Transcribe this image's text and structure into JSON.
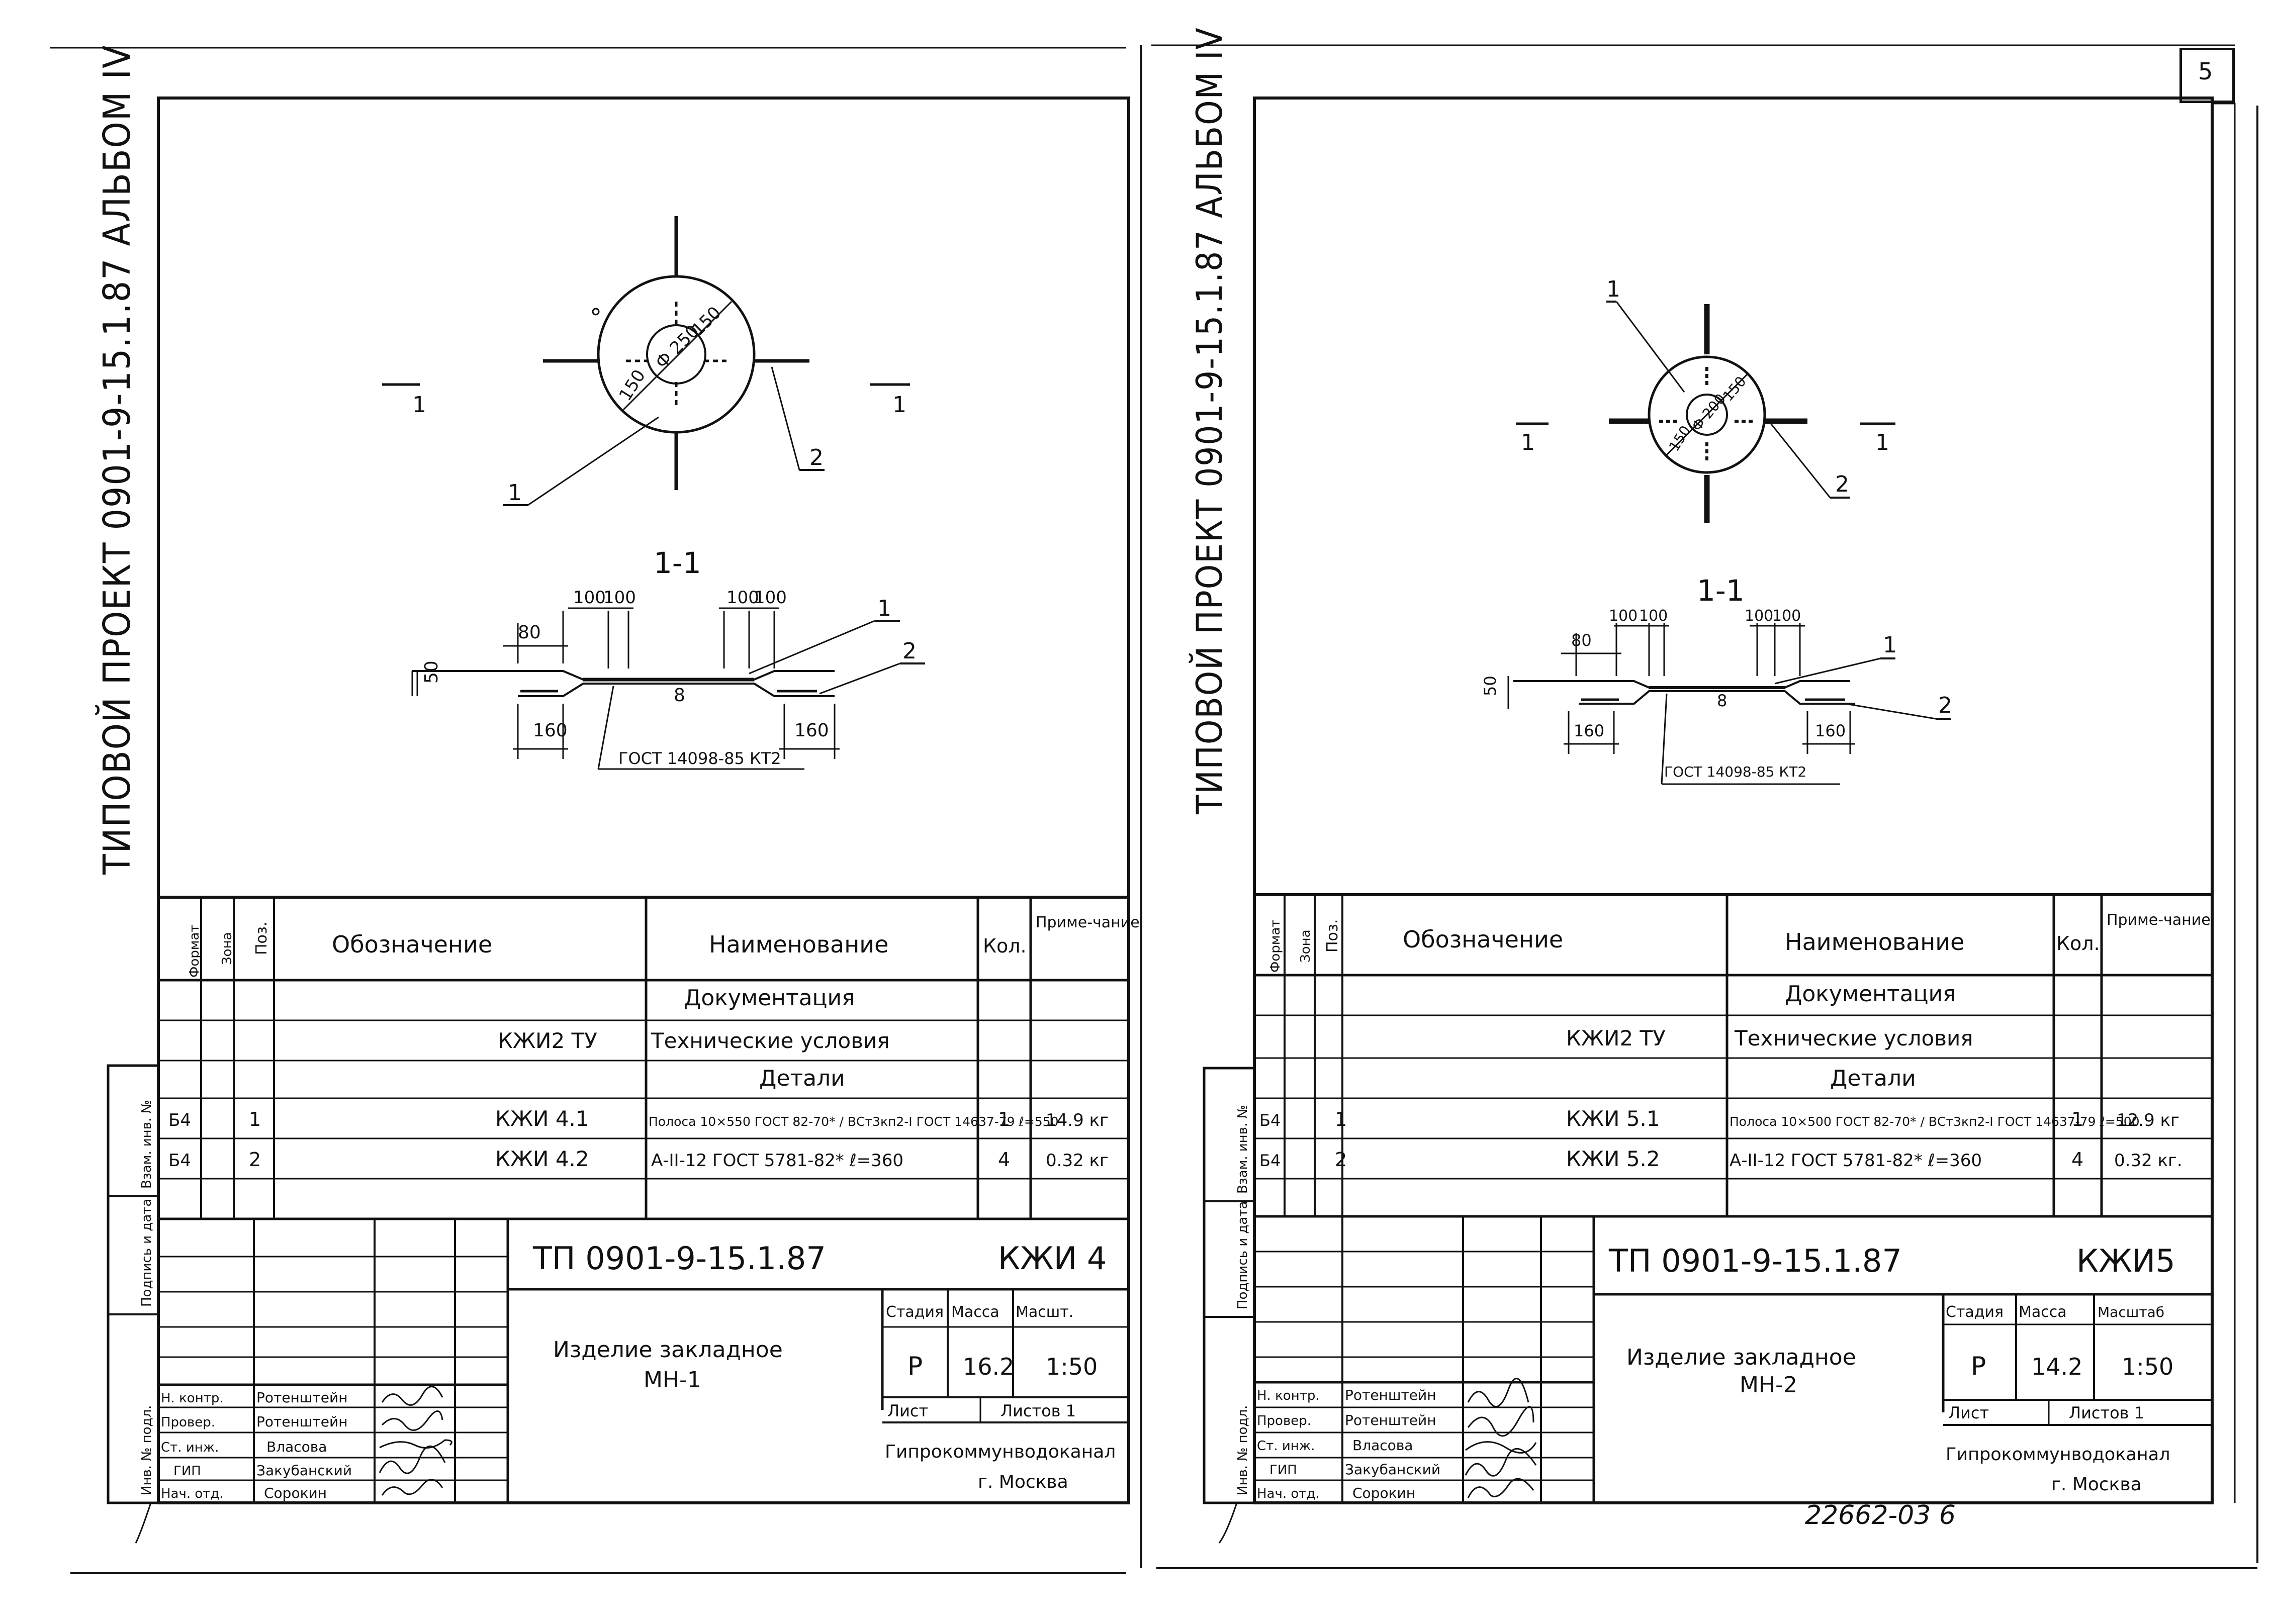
{
  "sheet_number": "5",
  "footer_doc_number": "22662-03 6",
  "sheets": [
    {
      "album_title": "ТИПОВОЙ ПРОЕКТ 0901-9-15.1.87 АЛЬБОМ IV",
      "plan_view": {
        "dim_outer": "150",
        "dim_mid": "150",
        "dim_dia": "Ф 250",
        "callout_1": "1",
        "callout_2": "2",
        "section_mark": "1"
      },
      "section": {
        "title": "1-1",
        "dims_top": [
          "80",
          "100",
          "100",
          "100",
          "100"
        ],
        "dim_height": "50",
        "dims_bottom": [
          "160",
          "160"
        ],
        "weld": "8",
        "callout_1": "1",
        "callout_2": "2",
        "note": "ГОСТ 14098-85 КТ2"
      },
      "spec_headers": {
        "format": "Формат",
        "zone": "Зона",
        "pos": "Поз.",
        "designation": "Обозначение",
        "name": "Наименование",
        "qty": "Кол.",
        "note": "Приме-чание"
      },
      "spec_rows": [
        {
          "format": "",
          "pos": "",
          "designation": "",
          "name": "Документация",
          "qty": "",
          "note": "",
          "section": true
        },
        {
          "format": "",
          "pos": "",
          "designation": "КЖИ2 ТУ",
          "name": "Технические условия",
          "qty": "",
          "note": ""
        },
        {
          "format": "",
          "pos": "",
          "designation": "",
          "name": "Детали",
          "qty": "",
          "note": "",
          "section": true
        },
        {
          "format": "Б4",
          "pos": "1",
          "designation": "КЖИ 4.1",
          "name": "Полоса 10×550 ГОСТ 82-70* / ВСт3кп2-I ГОСТ 14637-79 ℓ=550",
          "qty": "1",
          "note": "14.9 кг"
        },
        {
          "format": "Б4",
          "pos": "2",
          "designation": "КЖИ 4.2",
          "name": "А-II-12 ГОСТ 5781-82* ℓ=360",
          "qty": "4",
          "note": "0.32 кг"
        },
        {
          "format": "",
          "pos": "",
          "designation": "",
          "name": "",
          "qty": "",
          "note": ""
        }
      ],
      "left_margin_labels": [
        "Инв. № подл.",
        "Подпись и дата",
        "Взам. инв. №"
      ],
      "title_block": {
        "doc_code": "ТП 0901-9-15.1.87",
        "mark": "КЖИ 4",
        "item_name_1": "Изделие закладное",
        "item_name_2": "МН-1",
        "stage_label": "Стадия",
        "mass_label": "Масса",
        "scale_label": "Масшт.",
        "stage": "Р",
        "mass": "16.2",
        "scale": "1:50",
        "sheet_label": "Лист",
        "sheets_label": "Листов 1",
        "org_1": "Гипрокоммунводоканал",
        "org_2": "г. Москва",
        "roles": [
          {
            "role": "Н. контр.",
            "name": "Ротенштейн"
          },
          {
            "role": "Провер.",
            "name": "Ротенштейн"
          },
          {
            "role": "Ст. инж.",
            "name": "Власова"
          },
          {
            "role": "ГИП",
            "name": "Закубанский"
          },
          {
            "role": "Нач. отд.",
            "name": "Сорокин"
          }
        ]
      }
    },
    {
      "album_title": "ТИПОВОЙ ПРОЕКТ 0901-9-15.1.87 АЛЬБОМ IV",
      "plan_view": {
        "dim_outer": "150",
        "dim_mid": "150",
        "dim_dia": "Ф 200",
        "callout_1": "1",
        "callout_2": "2",
        "section_mark": "1"
      },
      "section": {
        "title": "1-1",
        "dims_top": [
          "80",
          "100",
          "100",
          "100",
          "100"
        ],
        "dim_height": "50",
        "dims_bottom": [
          "160",
          "160"
        ],
        "weld": "8",
        "callout_1": "1",
        "callout_2": "2",
        "note": "ГОСТ 14098-85 КТ2"
      },
      "spec_headers": {
        "format": "Формат",
        "zone": "Зона",
        "pos": "Поз.",
        "designation": "Обозначение",
        "name": "Наименование",
        "qty": "Кол.",
        "note": "Приме-чание"
      },
      "spec_rows": [
        {
          "format": "",
          "pos": "",
          "designation": "",
          "name": "Документация",
          "qty": "",
          "note": "",
          "section": true
        },
        {
          "format": "",
          "pos": "",
          "designation": "КЖИ2 ТУ",
          "name": "Технические условия",
          "qty": "",
          "note": ""
        },
        {
          "format": "",
          "pos": "",
          "designation": "",
          "name": "Детали",
          "qty": "",
          "note": "",
          "section": true
        },
        {
          "format": "Б4",
          "pos": "1",
          "designation": "КЖИ 5.1",
          "name": "Полоса 10×500 ГОСТ 82-70* / ВСт3кп2-I ГОСТ 14637-79 ℓ=500",
          "qty": "1",
          "note": "12.9 кг"
        },
        {
          "format": "Б4",
          "pos": "2",
          "designation": "КЖИ 5.2",
          "name": "А-II-12 ГОСТ 5781-82* ℓ=360",
          "qty": "4",
          "note": "0.32 кг."
        },
        {
          "format": "",
          "pos": "",
          "designation": "",
          "name": "",
          "qty": "",
          "note": ""
        }
      ],
      "left_margin_labels": [
        "Инв. № подл.",
        "Подпись и дата",
        "Взам. инв. №"
      ],
      "title_block": {
        "doc_code": "ТП 0901-9-15.1.87",
        "mark": "КЖИ5",
        "item_name_1": "Изделие закладное",
        "item_name_2": "МН-2",
        "stage_label": "Стадия",
        "mass_label": "Масса",
        "scale_label": "Масштаб",
        "stage": "Р",
        "mass": "14.2",
        "scale": "1:50",
        "sheet_label": "Лист",
        "sheets_label": "Листов 1",
        "org_1": "Гипрокоммунводоканал",
        "org_2": "г. Москва",
        "roles": [
          {
            "role": "Н. контр.",
            "name": "Ротенштейн"
          },
          {
            "role": "Провер.",
            "name": "Ротенштейн"
          },
          {
            "role": "Ст. инж.",
            "name": "Власова"
          },
          {
            "role": "ГИП",
            "name": "Закубанский"
          },
          {
            "role": "Нач. отд.",
            "name": "Сорокин"
          }
        ]
      }
    }
  ]
}
